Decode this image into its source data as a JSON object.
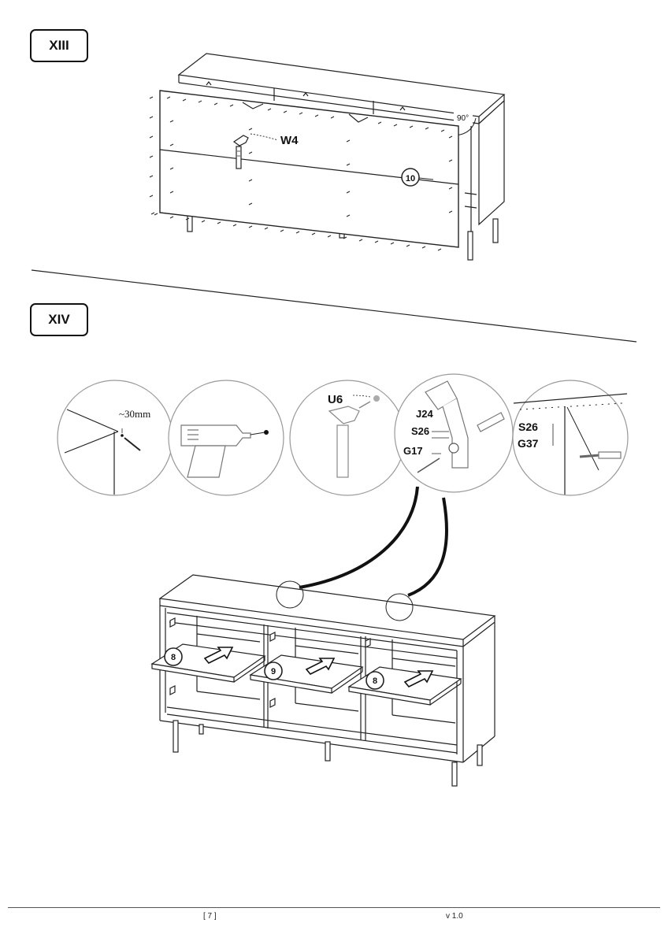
{
  "steps": {
    "step13": {
      "label": "XIII",
      "parts": {
        "hammer": "W4",
        "panel": "10"
      },
      "angle": "90°"
    },
    "step14": {
      "label": "XIV",
      "detail": {
        "measure": "~30mm",
        "hammer_part": "U6",
        "bracket_parts": [
          "J24",
          "S26",
          "G17"
        ],
        "wall_parts": [
          "S26",
          "G37"
        ]
      },
      "shelves": [
        "8",
        "9",
        "8"
      ]
    }
  },
  "footer": {
    "page": "[ 7 ]",
    "version": "v 1.0"
  },
  "icons": [
    "hammer-icon",
    "drill-icon",
    "push-arrow-icon"
  ]
}
